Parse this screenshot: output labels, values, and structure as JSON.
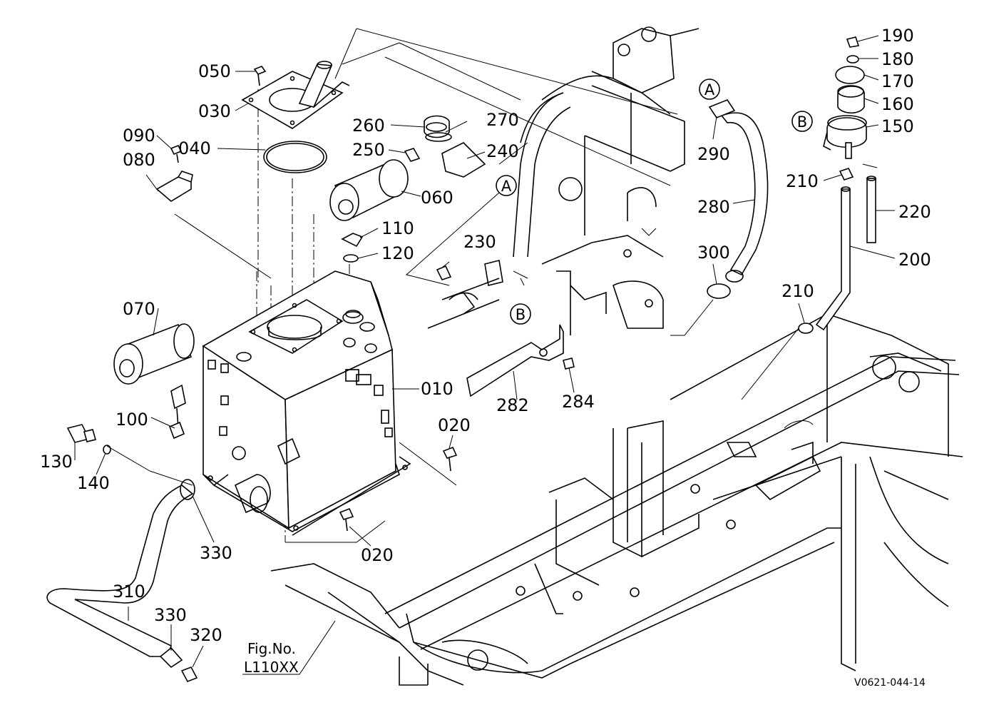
{
  "callouts": [
    {
      "id": "050",
      "text": "050"
    },
    {
      "id": "030",
      "text": "030"
    },
    {
      "id": "090",
      "text": "090"
    },
    {
      "id": "080",
      "text": "080"
    },
    {
      "id": "040",
      "text": "040"
    },
    {
      "id": "260",
      "text": "260"
    },
    {
      "id": "270",
      "text": "270"
    },
    {
      "id": "250",
      "text": "250"
    },
    {
      "id": "240",
      "text": "240"
    },
    {
      "id": "060",
      "text": "060"
    },
    {
      "id": "110",
      "text": "110"
    },
    {
      "id": "120",
      "text": "120"
    },
    {
      "id": "230",
      "text": "230"
    },
    {
      "id": "070",
      "text": "070"
    },
    {
      "id": "010",
      "text": "010"
    },
    {
      "id": "282",
      "text": "282"
    },
    {
      "id": "284",
      "text": "284"
    },
    {
      "id": "100",
      "text": "100"
    },
    {
      "id": "130",
      "text": "130"
    },
    {
      "id": "140",
      "text": "140"
    },
    {
      "id": "020a",
      "text": "020"
    },
    {
      "id": "020b",
      "text": "020"
    },
    {
      "id": "330a",
      "text": "330"
    },
    {
      "id": "310",
      "text": "310"
    },
    {
      "id": "330b",
      "text": "330"
    },
    {
      "id": "320",
      "text": "320"
    },
    {
      "id": "290",
      "text": "290"
    },
    {
      "id": "280",
      "text": "280"
    },
    {
      "id": "300",
      "text": "300"
    },
    {
      "id": "190",
      "text": "190"
    },
    {
      "id": "180",
      "text": "180"
    },
    {
      "id": "170",
      "text": "170"
    },
    {
      "id": "160",
      "text": "160"
    },
    {
      "id": "150",
      "text": "150"
    },
    {
      "id": "210a",
      "text": "210"
    },
    {
      "id": "220",
      "text": "220"
    },
    {
      "id": "200",
      "text": "200"
    },
    {
      "id": "210b",
      "text": "210"
    }
  ],
  "connectors": [
    {
      "id": "A1",
      "text": "A"
    },
    {
      "id": "A2",
      "text": "A"
    },
    {
      "id": "B1",
      "text": "B"
    },
    {
      "id": "B2",
      "text": "B"
    }
  ],
  "fig_label": "Fig.No.",
  "fig_number": "L110XX",
  "drawing_code": "V0621-044-14"
}
